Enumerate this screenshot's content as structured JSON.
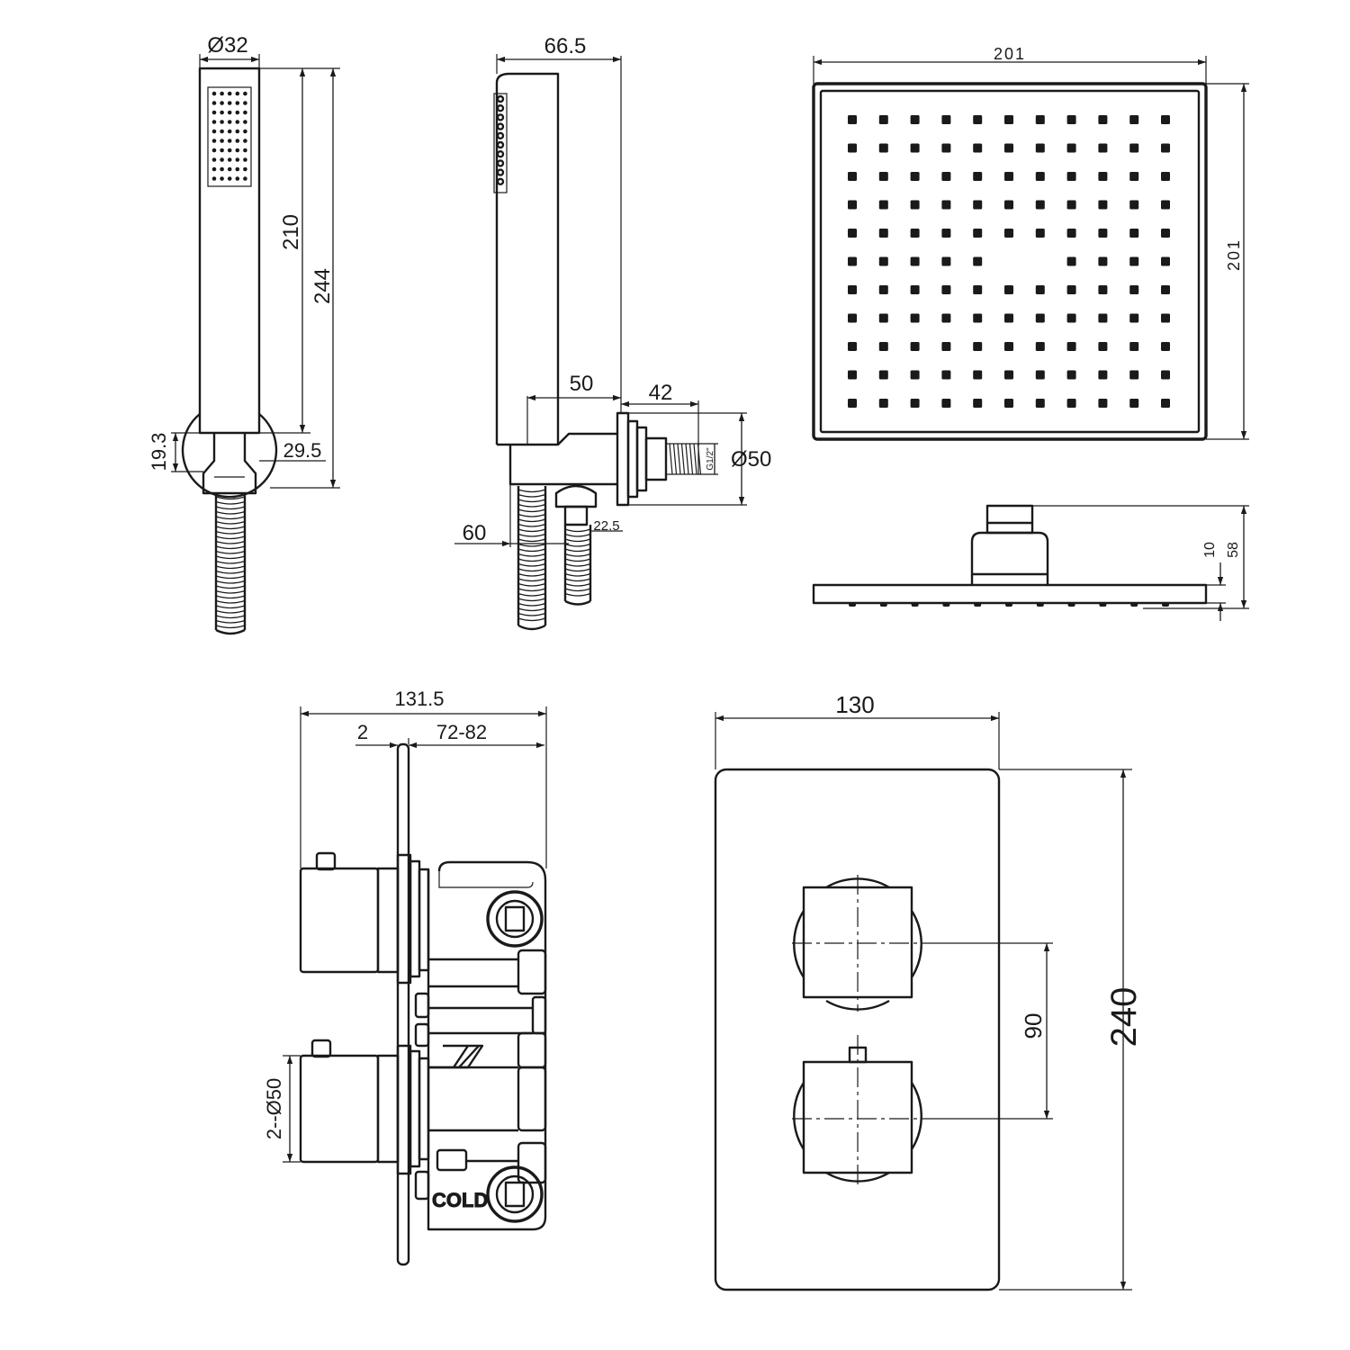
{
  "hand_shower": {
    "diameter": "Ø32",
    "height_210": "210",
    "height_244": "244",
    "bracket_19_3": "19.3",
    "bracket_29_5": "29.5"
  },
  "outlet_elbow": {
    "width_66_5": "66.5",
    "depth_50": "50",
    "depth_42": "42",
    "diameter_50": "Ø50",
    "thread": "G1/2\"",
    "offset_60": "60",
    "nut_22_5": "22.5"
  },
  "shower_head": {
    "width": "201",
    "depth": "201",
    "thickness_10": "10",
    "height_58": "58"
  },
  "valve_side": {
    "total_depth": "131.5",
    "plate": "2",
    "wall_range": "72-82",
    "handle_diameter": "2--Ø50",
    "cold_label": "COLD"
  },
  "valve_front": {
    "width": "130",
    "height": "240",
    "centers": "90"
  }
}
